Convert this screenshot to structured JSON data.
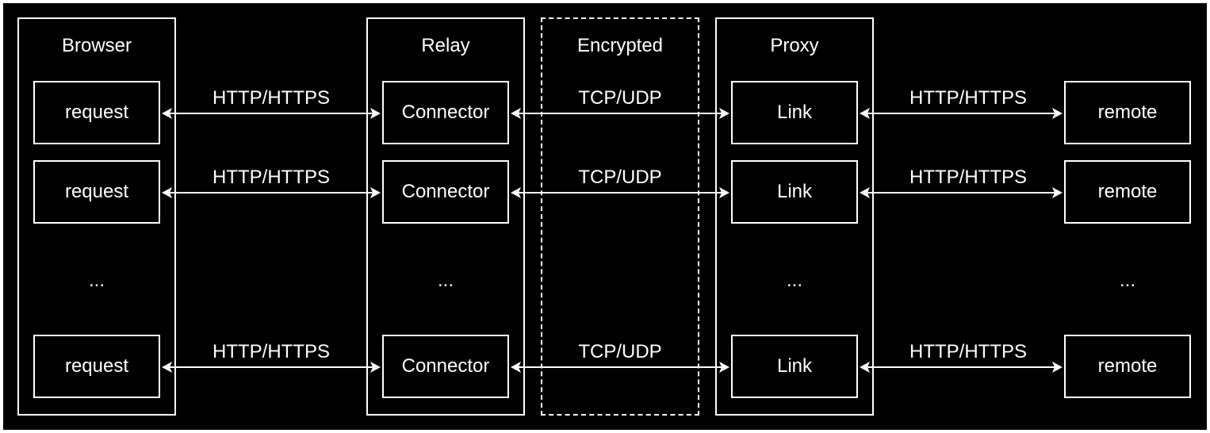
{
  "groups": {
    "browser": "Browser",
    "relay": "Relay",
    "encrypted": "Encrypted",
    "proxy": "Proxy"
  },
  "rows": [
    {
      "request": "request",
      "connector": "Connector",
      "link": "Link",
      "remote": "remote",
      "label_browser_relay": "HTTP/HTTPS",
      "label_relay_proxy": "TCP/UDP",
      "label_proxy_remote": "HTTP/HTTPS"
    },
    {
      "request": "request",
      "connector": "Connector",
      "link": "Link",
      "remote": "remote",
      "label_browser_relay": "HTTP/HTTPS",
      "label_relay_proxy": "TCP/UDP",
      "label_proxy_remote": "HTTP/HTTPS"
    },
    {
      "request": "request",
      "connector": "Connector",
      "link": "Link",
      "remote": "remote",
      "label_browser_relay": "HTTP/HTTPS",
      "label_relay_proxy": "TCP/UDP",
      "label_proxy_remote": "HTTP/HTTPS"
    }
  ],
  "ellipsis": {
    "browser": "...",
    "relay": "...",
    "proxy": "...",
    "remote": "..."
  },
  "colors": {
    "background": "#000000",
    "stroke": "#ffffff",
    "text": "#ffffff"
  }
}
